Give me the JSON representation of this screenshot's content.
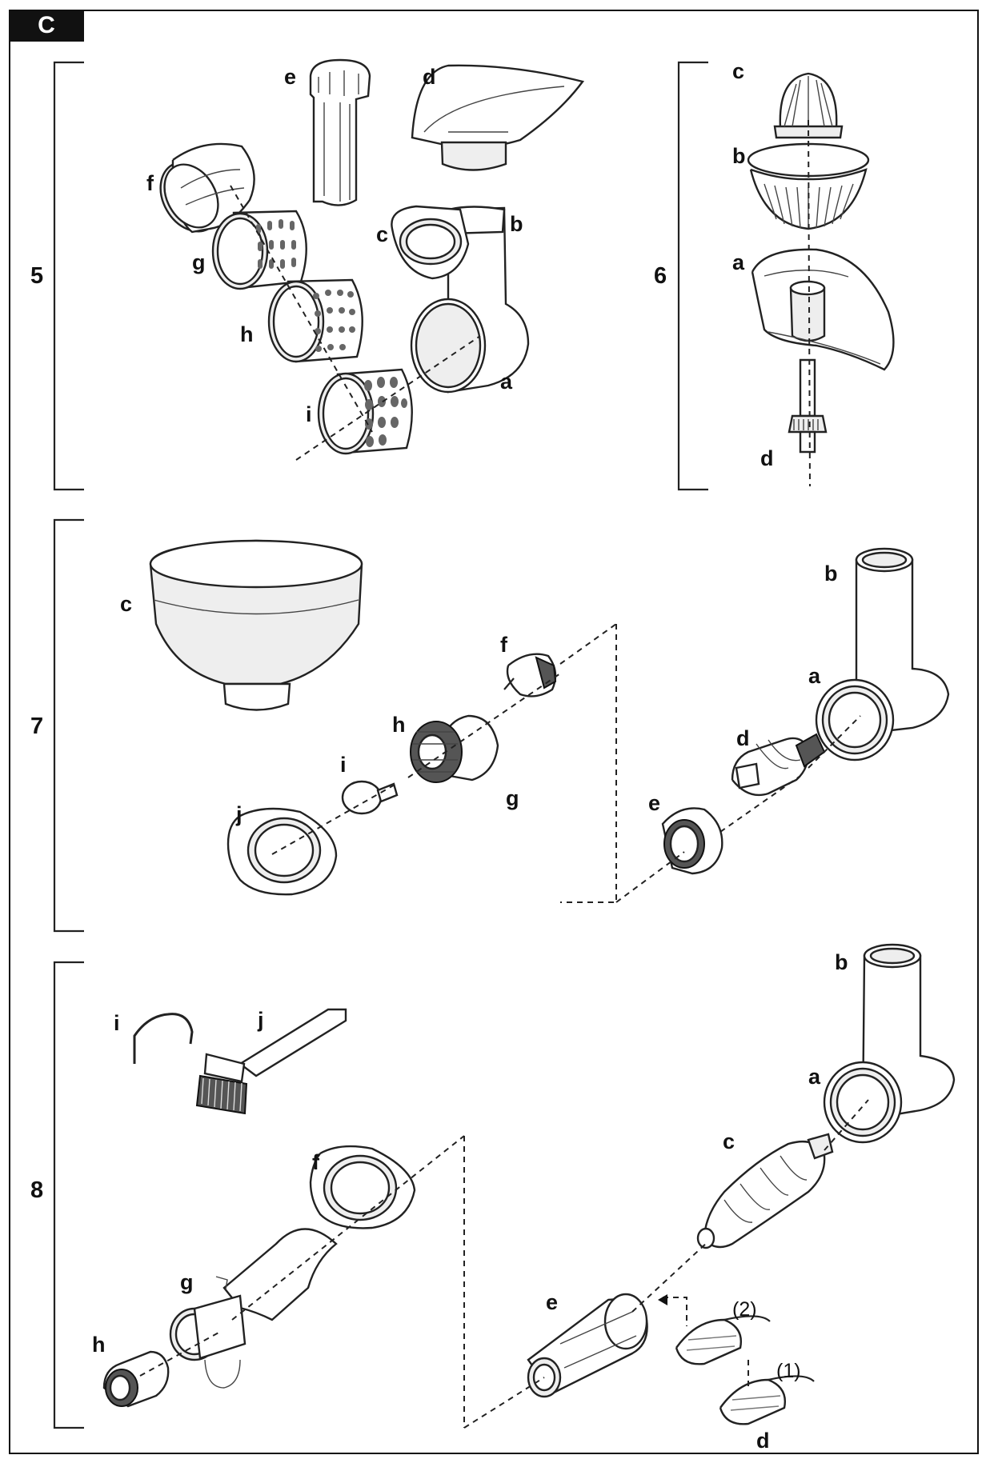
{
  "header": {
    "section_tab": "C"
  },
  "figures": [
    {
      "number": "5",
      "parts": [
        "e",
        "d",
        "f",
        "g",
        "h",
        "i",
        "c",
        "b",
        "a"
      ]
    },
    {
      "number": "6",
      "parts": [
        "c",
        "b",
        "a",
        "d"
      ]
    },
    {
      "number": "7",
      "parts": [
        "c",
        "f",
        "h",
        "i",
        "g",
        "j",
        "b",
        "a",
        "d",
        "e"
      ]
    },
    {
      "number": "8",
      "parts": [
        "i",
        "j",
        "f",
        "g",
        "h",
        "b",
        "a",
        "c",
        "e",
        "d"
      ],
      "variants": [
        "(2)",
        "(1)"
      ]
    }
  ]
}
